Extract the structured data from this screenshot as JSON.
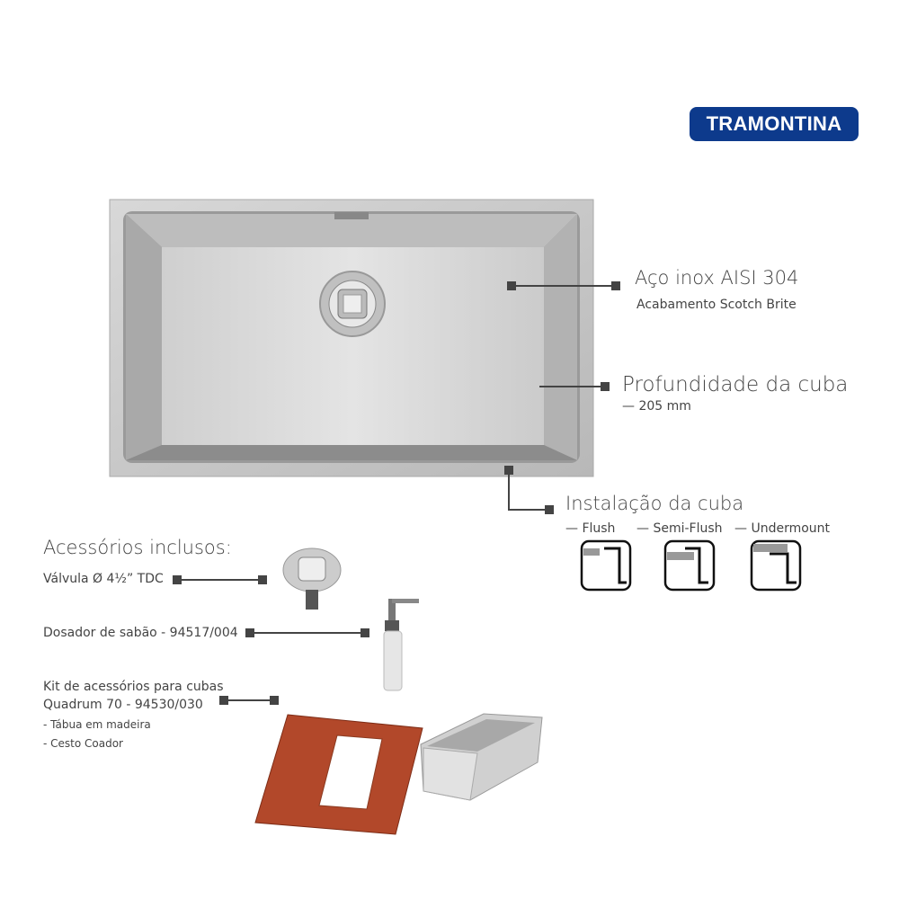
{
  "brand": {
    "logo": "TRAMONTINA",
    "color": "#0d3a8c"
  },
  "features": {
    "material": {
      "title": "Aço inox AISI 304",
      "subtitle": "Acabamento Scotch Brite"
    },
    "depth": {
      "title": "Profundidade da cuba",
      "value": "— 205 mm"
    },
    "installation": {
      "title": "Instalação da cuba",
      "options": [
        "— Flush",
        "— Semi-Flush",
        "— Undermount"
      ]
    }
  },
  "accessories": {
    "title": "Acessórios inclusos:",
    "valve": "Válvula Ø 4½” TDC",
    "dispenser": "Dosador de sabão - 94517/004",
    "kit_line1": "Kit de acessórios para cubas",
    "kit_line2": "Quadrum 70 - 94530/030",
    "kit_items": [
      "- Tábua em madeira",
      "- Cesto Coador"
    ]
  }
}
